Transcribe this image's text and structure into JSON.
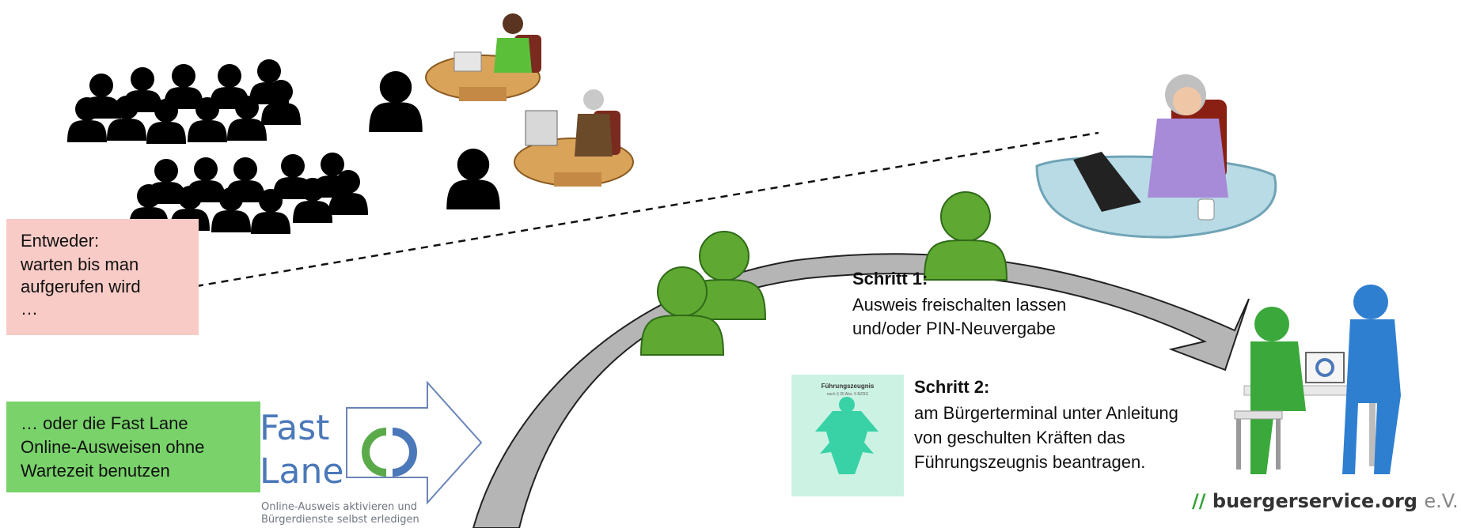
{
  "labels": {
    "either_title": "Entweder:",
    "either_body_1": "warten bis man",
    "either_body_2": "aufgerufen wird",
    "either_body_3": "…",
    "or_line_1": "… oder die Fast Lane",
    "or_line_2": "Online-Ausweisen ohne",
    "or_line_3": "Wartezeit benutzen"
  },
  "steps": {
    "step1_title": "Schritt 1:",
    "step1_line_1": "Ausweis freischalten lassen",
    "step1_line_2": "und/oder PIN-Neuvergabe",
    "step2_title": "Schritt 2:",
    "step2_line_1": "am Bürgerterminal unter Anleitung",
    "step2_line_2": "von geschulten Kräften das",
    "step2_line_3": "Führungszeugnis beantragen."
  },
  "fastlane": {
    "word1": "Fast",
    "word2": "Lane",
    "sub1": "Online-Ausweis aktivieren und",
    "sub2": "Bürgerdienste selbst erledigen"
  },
  "document": {
    "title": "Führungszeugnis",
    "subtitle": "nach § 30 Abs. 5 BZRG"
  },
  "brand": {
    "slash": "//",
    "name": "buergerservice.org",
    "suffix": "e.V."
  },
  "colors": {
    "green_figure": "#5fa832",
    "green_label": "#79d36a",
    "pink_label": "#f8cbc6",
    "arrow_gray": "#b5b5b5",
    "fastlane_blue": "#4b78b9"
  }
}
